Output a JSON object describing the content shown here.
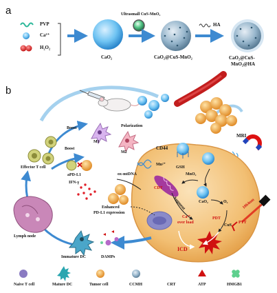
{
  "panels": {
    "a": "a",
    "b": "b"
  },
  "panel_a": {
    "legend": {
      "pvp": "PVP",
      "ca": "Ca²⁺",
      "h2o2": "H₂O₂"
    },
    "step1_label": "CaO₂",
    "ultrasmall_label": "Ultrasmall CuS-MnO₂",
    "step2_label": "CaO₂@CuS-MnO₂",
    "ha_label": "HA",
    "step3_label_line1": "CaO₂@CuS-",
    "step3_label_line2": "MnO₂@HA"
  },
  "panel_b": {
    "cd44": "CD44",
    "mri": "MRI",
    "mn2": "Mn²⁺",
    "gsh": "GSH",
    "mno2": "MnO₂",
    "cdt": "CDT",
    "augment": "Augment",
    "cao2": "CaO₂",
    "o2": "O₂",
    "ca_overload_1": "Ca²⁺",
    "ca_overload_2": "over load",
    "pdt": "PDT",
    "cus": "CuS",
    "ptt": "PTT",
    "nm": "1064nm",
    "icd": "ICD",
    "ox_mtdna": "ox-mtDNA",
    "polarization": "Polarization",
    "m1": "M1",
    "m2": "M2",
    "boost1": "Boost",
    "boost2": "Boost",
    "effector_t": "Effector T cell",
    "apd_l1": "aPD-L1",
    "ifn": "IFN-γ",
    "enhanced_1": "Enhanced",
    "enhanced_2": "PD-L1 expression",
    "lymph": "Lymph node",
    "immature_dc": "Immature DC",
    "damps": "DAMPs"
  },
  "legend_bottom": [
    "Naive T cell",
    "Mature DC",
    "Tumor cell",
    "CCMH",
    "CRT",
    "ATP",
    "HMGB1"
  ]
}
